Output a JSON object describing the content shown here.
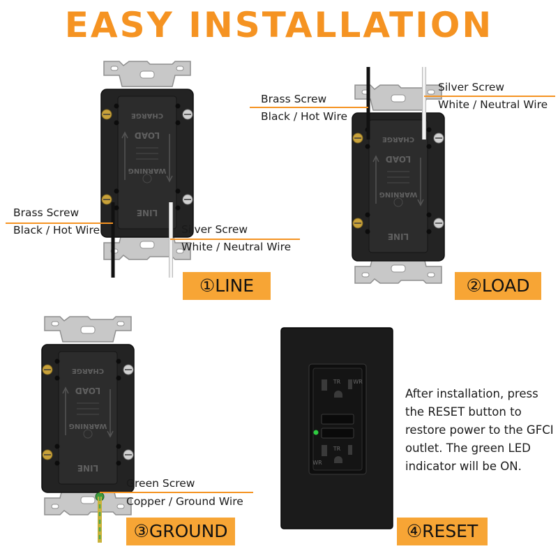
{
  "title": "EASY INSTALLATION",
  "colors": {
    "accent": "#F59322",
    "badge_bg": "#F7A535",
    "outlet_body": "#232323",
    "strap_metal": "#C8C8C8",
    "brass_screw": "#C9A23A",
    "silver_screw": "#D2D2D2",
    "green_screw": "#3C9A3C",
    "hot_wire": "#111111",
    "neutral_wire": "#F2F2F2",
    "ground_wire": "#C9B23A",
    "led": "#2ECC40"
  },
  "outlet_markings": {
    "charge": "CHARGE",
    "load": "LOAD",
    "warning": "WARNING",
    "line": "LINE",
    "tr": "TR",
    "wr": "WR"
  },
  "panel_line": {
    "step_label": "①LINE",
    "brass_label": "Brass Screw",
    "brass_wire": "Black / Hot Wire",
    "silver_label": "Silver Screw",
    "silver_wire": "White / Neutral Wire"
  },
  "panel_load": {
    "step_label": "②LOAD",
    "brass_label": "Brass Screw",
    "brass_wire": "Black / Hot Wire",
    "silver_label": "Silver Screw",
    "silver_wire": "White / Neutral Wire"
  },
  "panel_ground": {
    "step_label": "③GROUND",
    "screw_label": "Green Screw",
    "wire_label": "Copper / Ground Wire"
  },
  "panel_reset": {
    "step_label": "④RESET",
    "instruction": "After installation, press the RESET button to restore power to the GFCI outlet. The green LED indicator will be ON."
  }
}
